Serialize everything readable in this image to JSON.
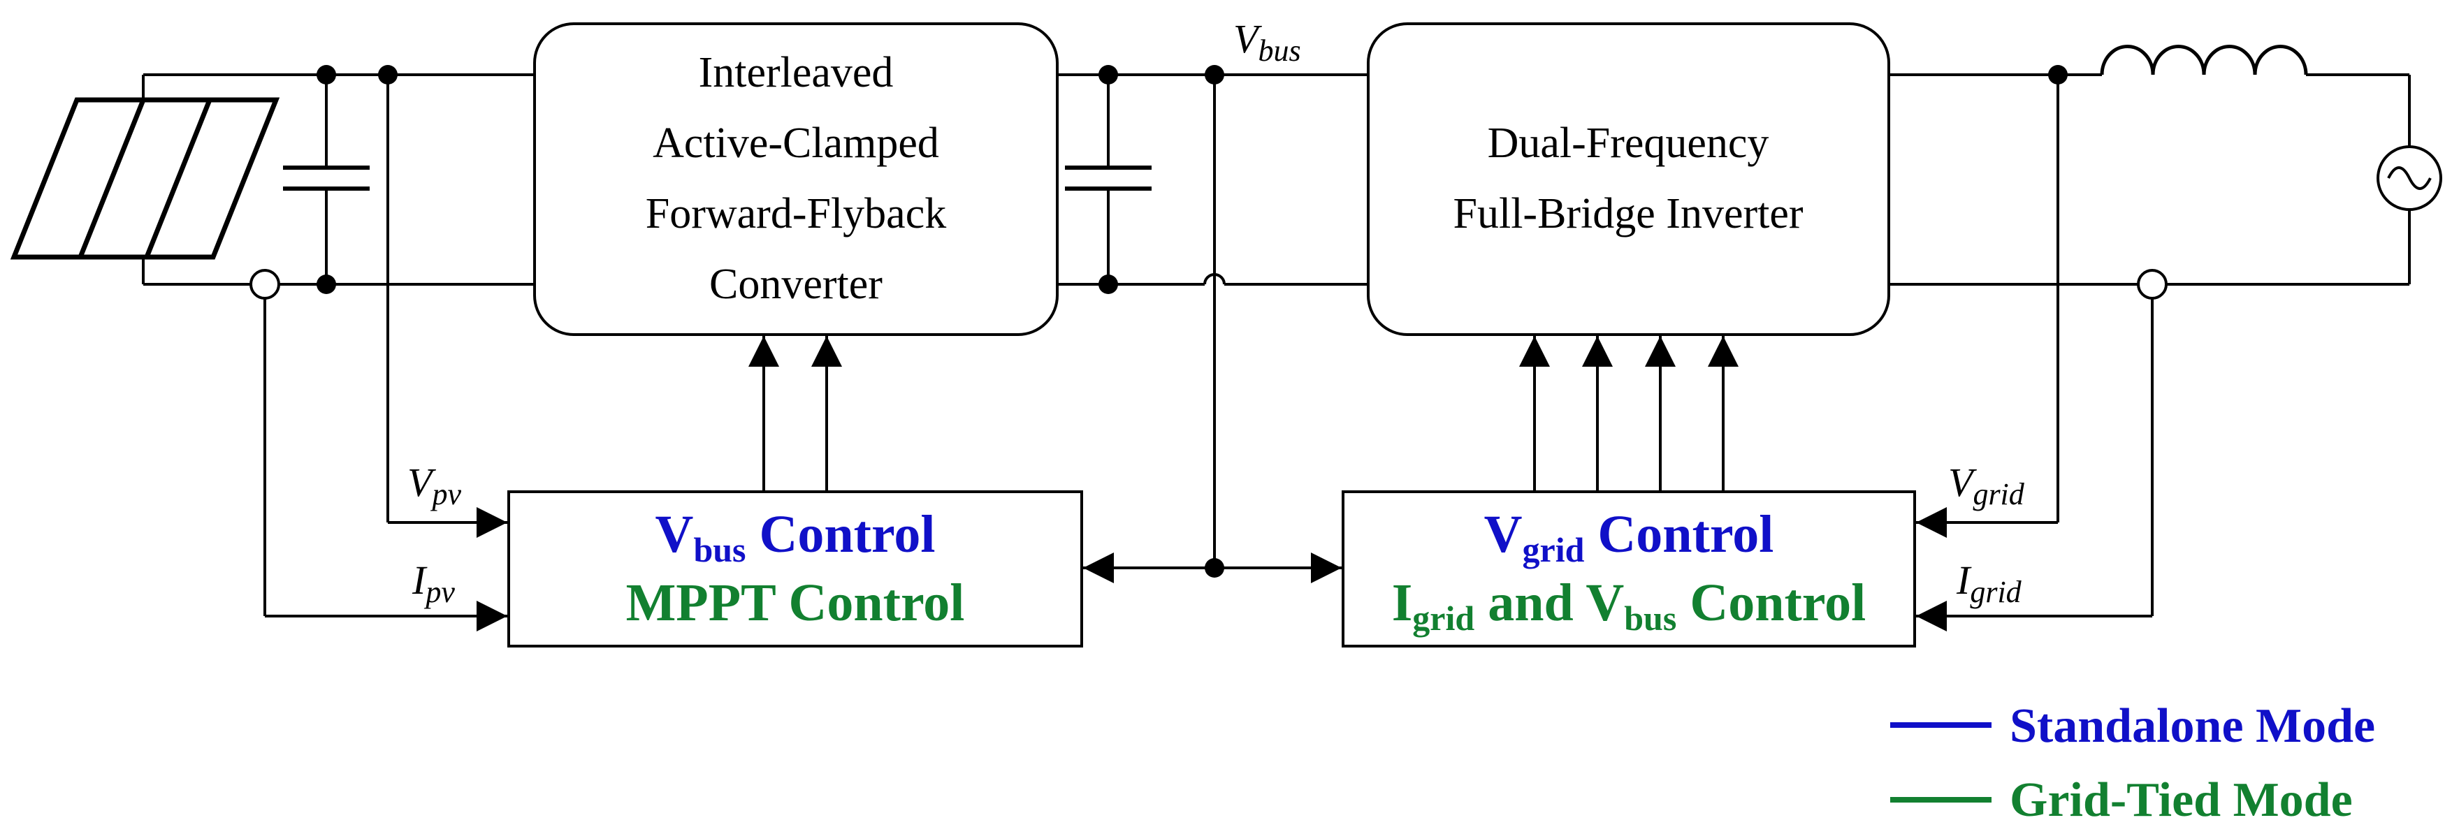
{
  "blocks": {
    "converter": {
      "lines": [
        "Interleaved",
        "Active-Clamped",
        "Forward-Flyback",
        "Converter"
      ]
    },
    "inverter": {
      "lines": [
        "Dual-Frequency",
        "Full-Bridge Inverter"
      ]
    }
  },
  "labels": {
    "vbus": {
      "main": "V",
      "sub": "bus"
    },
    "vpv": {
      "main": "V",
      "sub": "pv"
    },
    "ipv": {
      "main": "I",
      "sub": "pv"
    },
    "vgrid": {
      "main": "V",
      "sub": "grid"
    },
    "igrid": {
      "main": "I",
      "sub": "grid"
    }
  },
  "controllers": {
    "left": {
      "line1": {
        "v": "V",
        "sub": "bus",
        "rest": " Control"
      },
      "line2": "MPPT Control"
    },
    "right": {
      "line1": {
        "v": "V",
        "sub": "grid",
        "rest": " Control"
      },
      "line2": {
        "i": "I",
        "isub": "grid",
        "mid": " and V",
        "vsub": "bus",
        "rest": " Control"
      }
    }
  },
  "legend": {
    "standalone": "Standalone Mode",
    "grid_tied": "Grid-Tied Mode"
  },
  "colors": {
    "standalone": "#1010c8",
    "grid_tied": "#128030",
    "line": "#000000"
  }
}
